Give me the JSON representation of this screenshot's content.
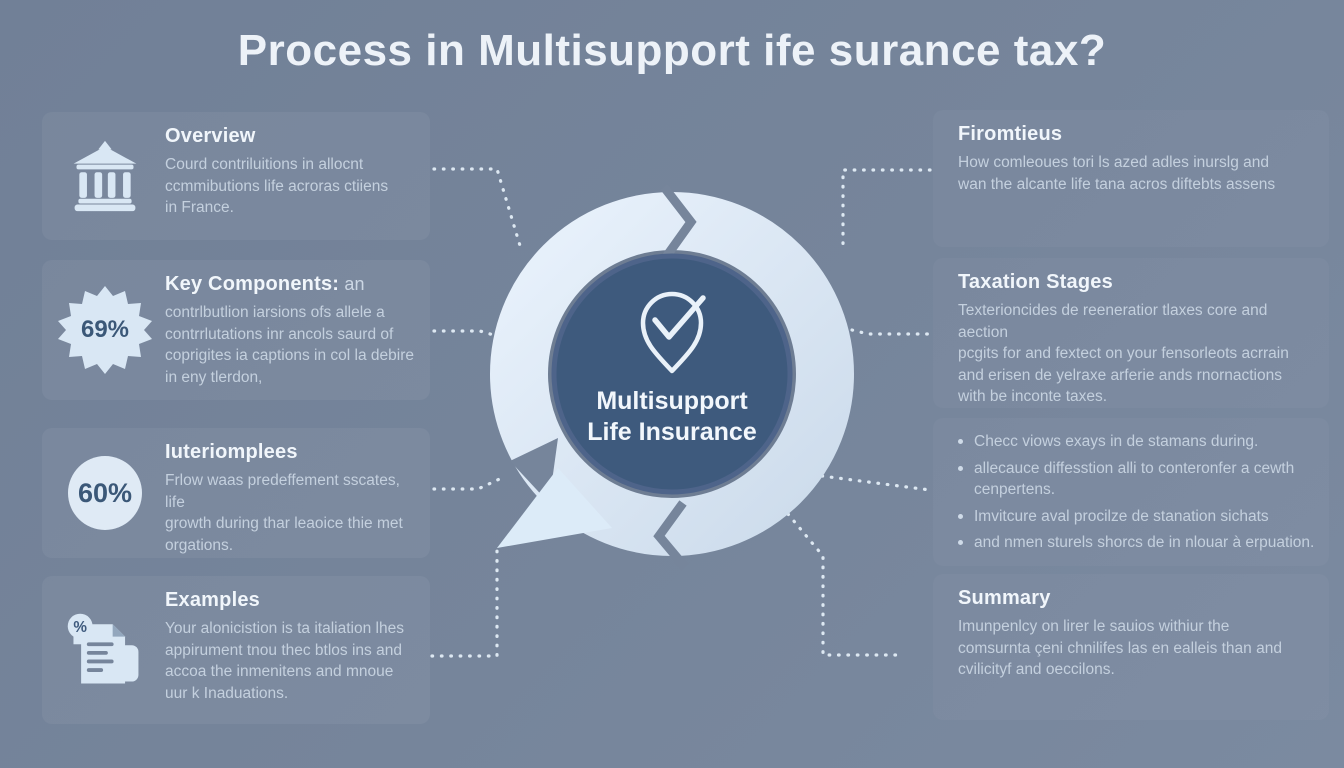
{
  "title": "Process in Multisupport ife surance tax?",
  "center": {
    "icon": "check-pin-icon",
    "line1": "Multisupport",
    "line2": "Life Insurance"
  },
  "left_sections": [
    {
      "id": "overview",
      "icon": "bank-icon",
      "title": "Overview",
      "body": "Courd contriluitions in allocnt\nccmmibutions life acroras ctiiens\nin France."
    },
    {
      "id": "key-components",
      "icon": "badge-starburst",
      "badge": "69%",
      "title": "Key Components:",
      "title_suffix": " an",
      "body": "contrlbutlion iarsions ofs allele a\ncontrrlutations inr ancols saurd of\ncoprigites ia captions in col la debire\nin eny tlerdon,"
    },
    {
      "id": "iuteriomplees",
      "icon": "badge-circle",
      "badge": "60%",
      "title": "Iuteriomplees",
      "body": "Frlow waas predeffement sscates, life\ngrowth during thar leaoice thie met\norgations."
    },
    {
      "id": "examples",
      "icon": "document-icon",
      "title": "Examples",
      "body": "Your alonicistion is ta italiation lhes\nappirument tnou thec btlos ins and\naccoa the inmenitens and mnoue\nuur k Inaduations."
    }
  ],
  "right_sections": [
    {
      "id": "firomtieus",
      "title": "Firomtieus",
      "body": "How comleoues tori ls azed adles inurslg and\nwan the alcante life tana acros diftebts assens"
    },
    {
      "id": "taxation-stages",
      "title": "Taxation Stages",
      "body": "Texterioncides de reeneratior tlaxes core and aection\npcgits for and fextect on your fensorleots acrrain\nand erisen de yelraxe arferie ands rnornactions\nwith be inconte taxes."
    },
    {
      "id": "checklist",
      "bullets": [
        "Checc viows exays in de stamans during.",
        "allecauce diffesstion alli to conteronfer a cewth\ncenpertens.",
        "Imvitcure aval procilze de stanation sichats",
        "and nmen sturels shorcs de in nlouar à erpuation."
      ]
    },
    {
      "id": "summary",
      "title": "Summary",
      "body": "Imunpenlcy on lirer le sauios withiur the\ncomsurnta çeni chnilifes las en ealleis than and\ncvilicityf and oeccilons."
    }
  ],
  "colors": {
    "background": "#76859b",
    "ring_light": "#e7f1fb",
    "ring_shade": "#ccdbeb",
    "halo": "#6e7d93",
    "center_circle": "#3e5a7d",
    "icon_light": "#d9e7f4",
    "badge_text": "#3b5878",
    "heading_text": "#f1f6fb",
    "body_text": "#c4d0de",
    "dash": "#e3edf7"
  }
}
